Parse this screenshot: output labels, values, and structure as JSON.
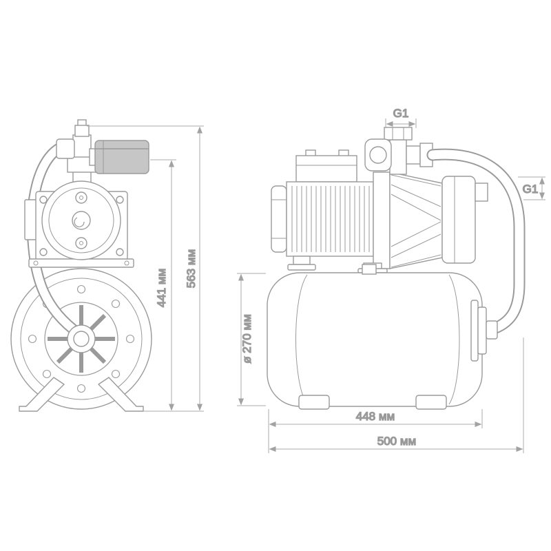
{
  "colors": {
    "line": "#9a9a9a",
    "dimension_line": "#ababab",
    "text": "#8a8a8a",
    "fill_light": "#c6c6c6"
  },
  "dimensions": {
    "height_total": "563 мм",
    "height_pump": "441 мм",
    "thread_top": "G1",
    "thread_side": "G1",
    "tank_diameter": "ø 270 мм",
    "tank_length": "448 мм",
    "overall_length": "500 мм"
  }
}
